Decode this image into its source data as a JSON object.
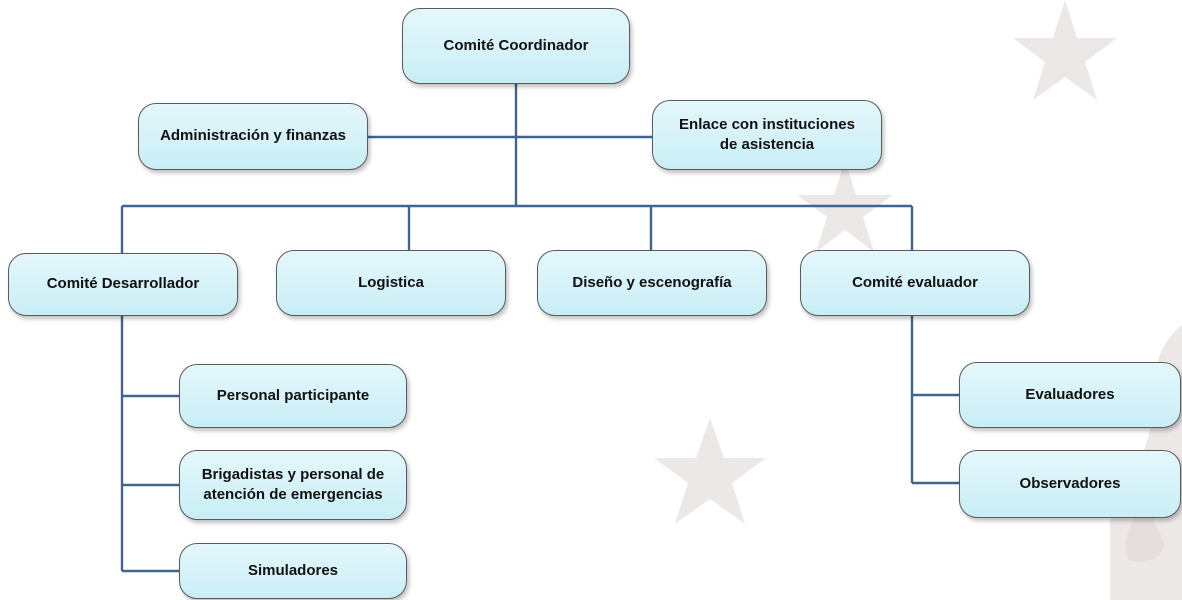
{
  "chart": {
    "root": "Comité Coordinador",
    "staff_left": "Administración y finanzas",
    "staff_right": "Enlace con instituciones\nde asistencia",
    "level1": [
      "Comité Desarrollador",
      "Logistica",
      "Diseño y escenografía",
      "Comité evaluador"
    ],
    "desarrollador_children": [
      "Personal participante",
      "Brigadistas y personal de\natención de emergencias",
      "Simuladores"
    ],
    "evaluador_children": [
      "Evaluadores",
      "Observadores"
    ]
  },
  "colors": {
    "box_fill": "#c9eef6",
    "connector": "#3f6590",
    "watermark": "#ede8e8"
  }
}
